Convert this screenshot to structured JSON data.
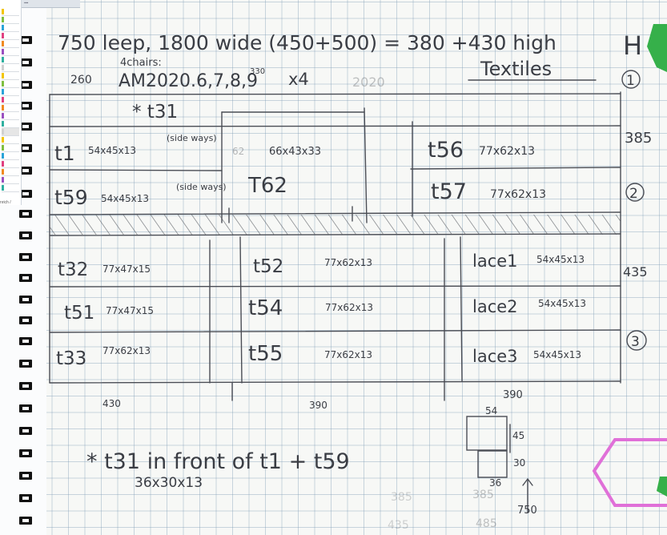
{
  "header": {
    "line1": "750 leep, 1800 wide (450+500) = 380 +430 high",
    "chairs_note": "4chairs:",
    "left_number": "260",
    "line2_items": "AM2020.6,7,8,9",
    "superscript": "330",
    "times_four": "x4",
    "faded_code": "2020",
    "section_title": "Textiles",
    "corner_mark": "H"
  },
  "row_markers": [
    "1",
    "2",
    "3"
  ],
  "right_heights": [
    "385",
    "435"
  ],
  "upper_shelf": {
    "star_item": "* t31",
    "left_cells": [
      {
        "id": "t1",
        "dims": "54x45x13",
        "note": "(side ways)"
      },
      {
        "id": "t59",
        "dims": "54x45x13",
        "note": "(side ways)"
      }
    ],
    "center": {
      "id": "T62",
      "faded": "62",
      "dims": "66x43x33"
    },
    "right_cells": [
      {
        "id": "t56",
        "dims": "77x62x13"
      },
      {
        "id": "t57",
        "dims": "77x62x13"
      }
    ]
  },
  "lower_shelf": {
    "col1": [
      {
        "id": "t32",
        "dims": "77x47x15"
      },
      {
        "id": "t51",
        "dims": "77x47x15"
      },
      {
        "id": "t33",
        "dims": "77x62x13"
      }
    ],
    "col2": [
      {
        "id": "t52",
        "dims": "77x62x13"
      },
      {
        "id": "t54",
        "dims": "77x62x13"
      },
      {
        "id": "t55",
        "dims": "77x62x13"
      }
    ],
    "col3": [
      {
        "id": "lace1",
        "dims": "54x45x13"
      },
      {
        "id": "lace2",
        "dims": "54x45x13"
      },
      {
        "id": "lace3",
        "dims": "54x45x13"
      }
    ]
  },
  "widths": [
    "430",
    "390",
    "390"
  ],
  "footnote": {
    "line1": "* t31 in front of t1 + t59",
    "line2": "36x30x13"
  },
  "diagram": {
    "top": "54",
    "right": "45",
    "lower_right": "30",
    "bottom": "36",
    "depth": "750"
  },
  "faded_bottom": [
    "385",
    "385",
    "435",
    "485"
  ],
  "app_fragment": {
    "caption": "nrich /"
  },
  "colors": {
    "ink": "#3a3d44",
    "grid": "#8fa8c0",
    "hatch": "#55595f",
    "pink": "#e070d8",
    "green": "#36b04a"
  }
}
